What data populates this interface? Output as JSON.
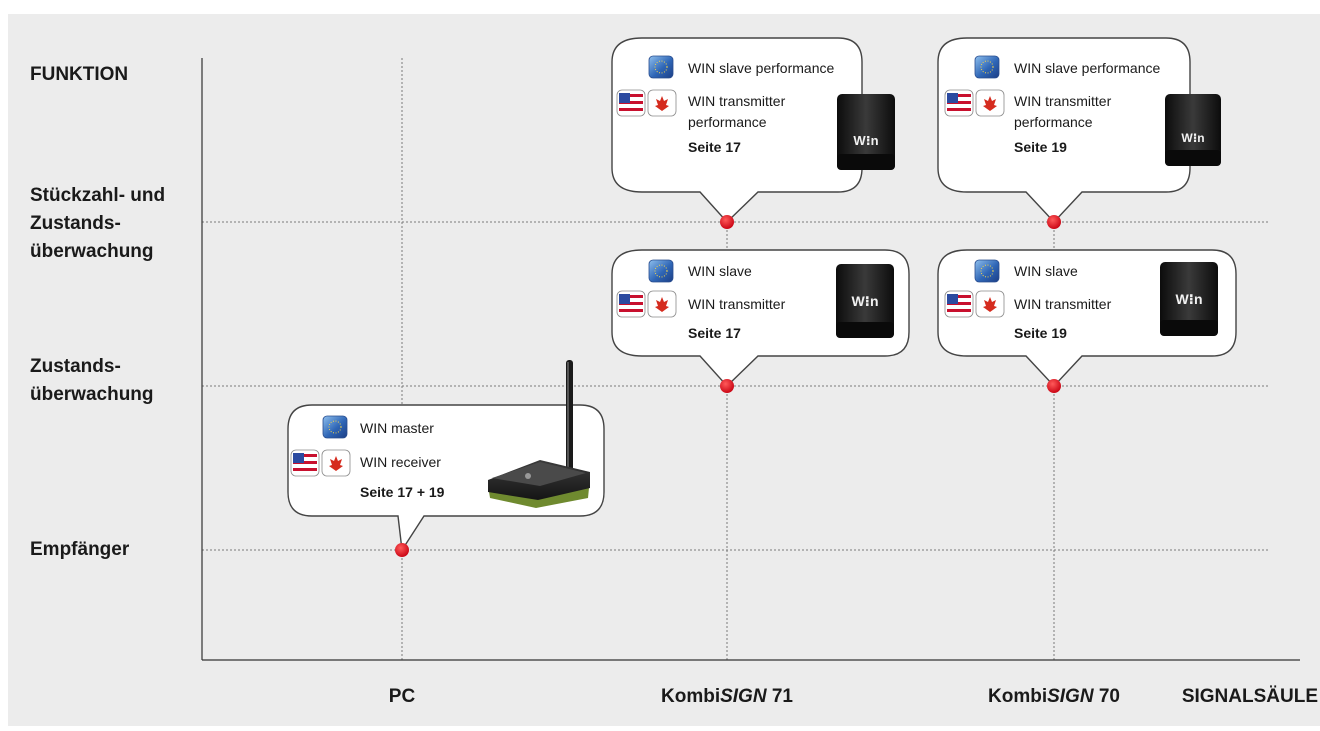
{
  "y_axis": {
    "title": "FUNKTION",
    "levels": [
      {
        "lines": [
          "Stückzahl- und",
          "Zustands-",
          "überwachung"
        ]
      },
      {
        "lines": [
          "Zustands-",
          "überwachung"
        ]
      },
      {
        "lines": [
          "Empfänger"
        ]
      }
    ]
  },
  "x_axis": {
    "title": "SIGNALSÄULE",
    "columns": [
      {
        "prefix": "PC",
        "italic": "",
        "suffix": ""
      },
      {
        "prefix": "Kombi",
        "italic": "SIGN",
        "suffix": " 71"
      },
      {
        "prefix": "Kombi",
        "italic": "SIGN",
        "suffix": " 70"
      }
    ]
  },
  "bubbles": [
    {
      "lines": [
        "WIN slave performance",
        "WIN transmitter",
        "performance"
      ],
      "page": "Seite 17",
      "product": "win-module-icon",
      "product_text": "W⁝n"
    },
    {
      "lines": [
        "WIN slave performance",
        "WIN transmitter",
        "performance"
      ],
      "page": "Seite 19",
      "product": "win-module-icon",
      "product_text": "W⁝n"
    },
    {
      "lines": [
        "WIN slave",
        "WIN transmitter"
      ],
      "page": "Seite 17",
      "product": "win-module-icon",
      "product_text": "W⁝n"
    },
    {
      "lines": [
        "WIN slave",
        "WIN transmitter"
      ],
      "page": "Seite 19",
      "product": "win-module-icon",
      "product_text": "W⁝n"
    },
    {
      "lines": [
        "WIN master",
        "WIN receiver"
      ],
      "page": "Seite 17 + 19",
      "product": "receiver-antenna-icon",
      "product_text": ""
    }
  ],
  "colors": {
    "background": "#ececec",
    "marker": "#d90f1a",
    "axis": "#333333",
    "bubble_fill": "#ffffff",
    "bubble_stroke": "#444444"
  }
}
